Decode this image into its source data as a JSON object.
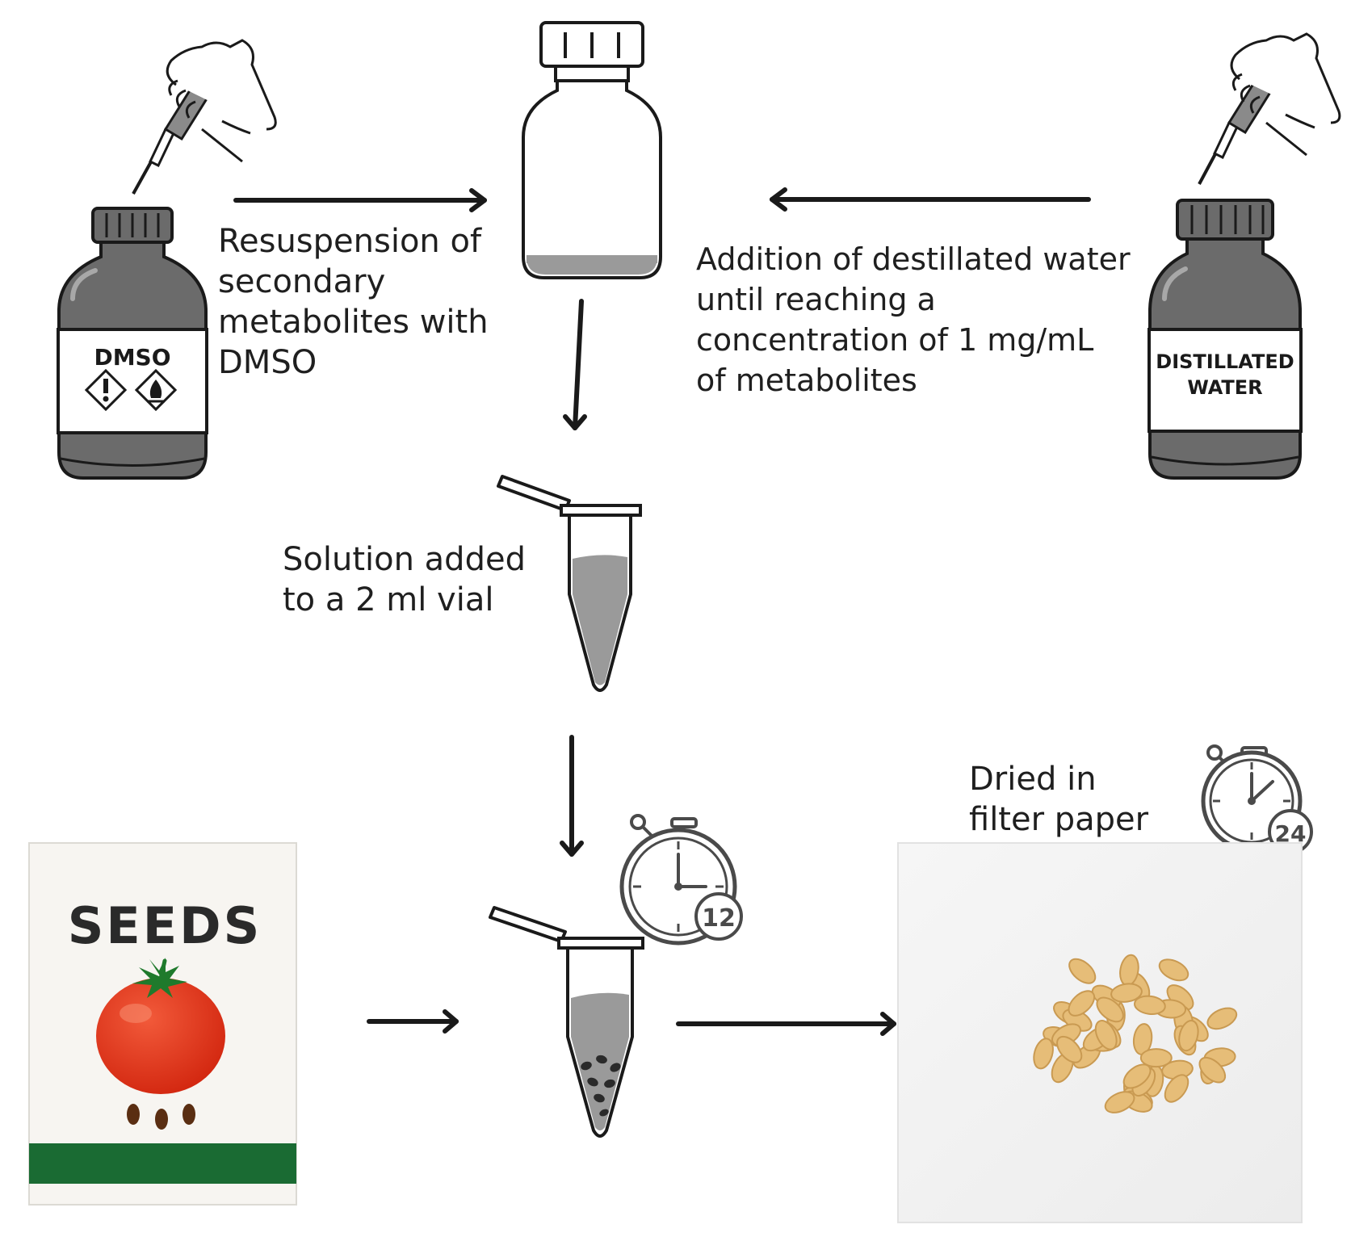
{
  "steps": {
    "resuspension": [
      "Resuspension of",
      "secondary",
      "metabolites with",
      "DMSO"
    ],
    "addition": [
      "Addition of destillated water",
      "until reaching a",
      "concentration of 1 mg/mL",
      "of metabolites"
    ],
    "solution": [
      "Solution added",
      "to a 2 ml vial"
    ],
    "dried": [
      "Dried in",
      "filter paper"
    ]
  },
  "bottles": {
    "dmso_label": "DMSO",
    "water_label_line1": "DISTILLATED",
    "water_label_line2": "WATER"
  },
  "seed_packet": {
    "title": "SEEDS"
  },
  "timers": {
    "soak_hours": "12",
    "dry_hours": "24"
  },
  "colors": {
    "ink": "#1a1a1a",
    "glass": "#6b6b6b",
    "liquid": "#9a9a9a",
    "tomato": "#e0341c",
    "leaf": "#1f7a2c",
    "packet_band": "#1a6b33",
    "seed": "#e6bd78"
  }
}
